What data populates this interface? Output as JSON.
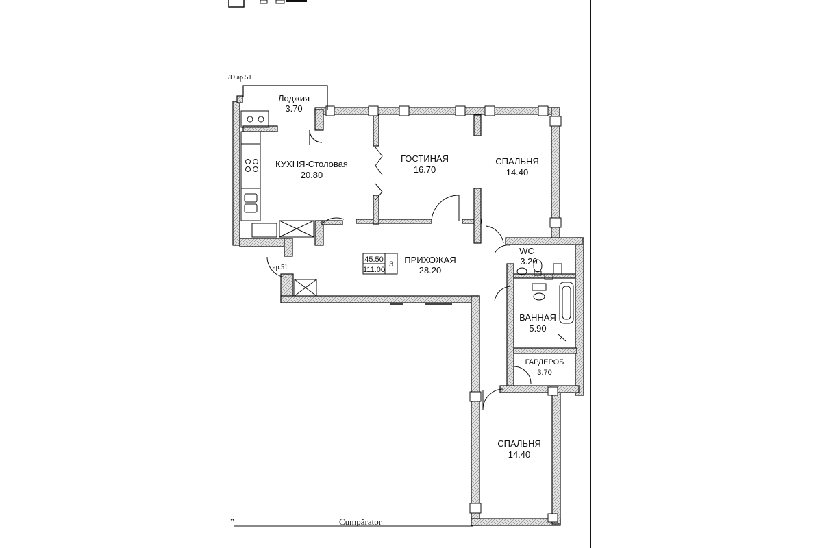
{
  "header": {
    "apartment_ref_top": "/D ap.51",
    "apartment_ref_entry": "ap.51"
  },
  "summary": {
    "living_area": "45.50",
    "total_area": "111.00",
    "rooms": "3"
  },
  "rooms": [
    {
      "id": "loggia",
      "name": "Лоджия",
      "area": "3.70"
    },
    {
      "id": "kitchen",
      "name": "КУХНЯ-Столовая",
      "area": "20.80"
    },
    {
      "id": "living",
      "name": "ГОСТИНАЯ",
      "area": "16.70"
    },
    {
      "id": "bedroom1",
      "name": "СПАЛЬНЯ",
      "area": "14.40"
    },
    {
      "id": "hallway",
      "name": "ПРИХОЖАЯ",
      "area": "28.20"
    },
    {
      "id": "wc",
      "name": "WC",
      "area": "3.20"
    },
    {
      "id": "bathroom",
      "name": "ВАННАЯ",
      "area": "5.90"
    },
    {
      "id": "wardrobe",
      "name": "ГАРДЕРОБ",
      "area": "3.70"
    },
    {
      "id": "bedroom2",
      "name": "СПАЛЬНЯ",
      "area": "14.40"
    }
  ],
  "footer": {
    "quote_mark": "”",
    "buyer_label": "Cumpărator"
  }
}
